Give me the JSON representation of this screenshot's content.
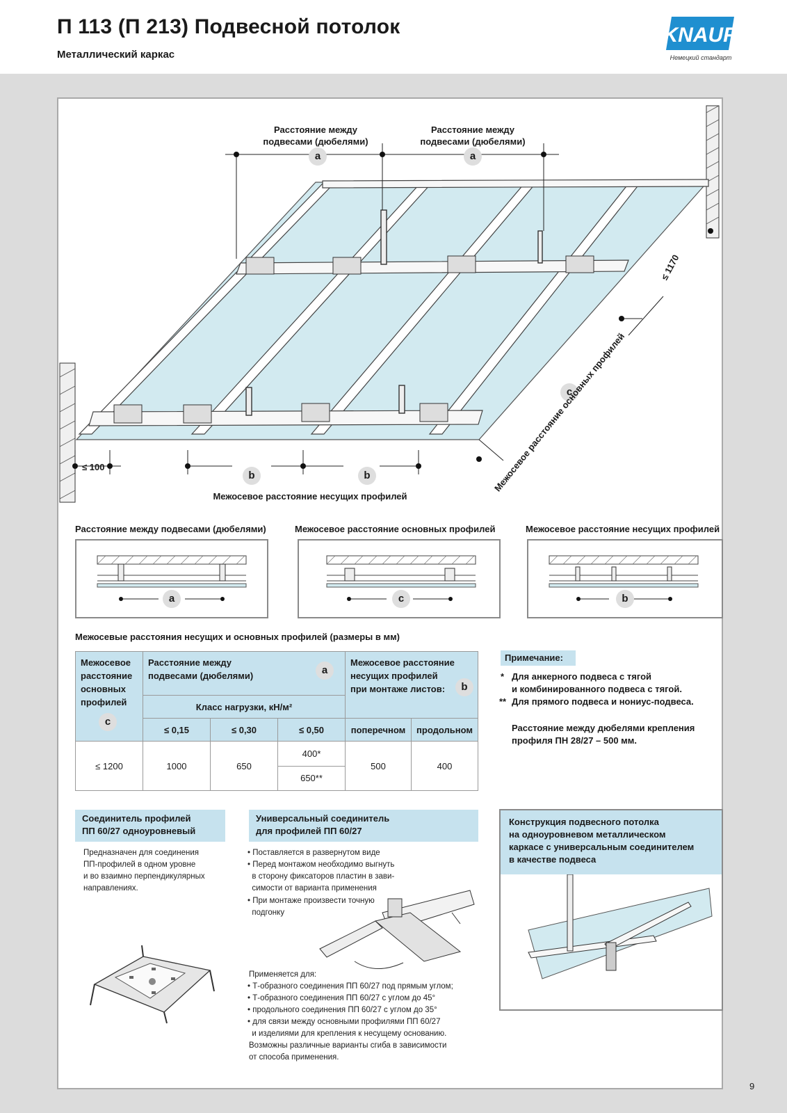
{
  "header": {
    "title": "П 113 (П 213) Подвесной потолок",
    "subtitle": "Металлический каркас",
    "logo_text": "KNAUF",
    "logo_tagline": "Немецкий стандарт"
  },
  "diagram": {
    "label_a_1": "Расстояние между\nподвесами (дюбелями)",
    "label_a_2": "Расстояние между\nподвесами (дюбелями)",
    "letter_a": "a",
    "letter_b": "b",
    "letter_c": "c",
    "dim_100": "≤ 100",
    "dim_1170": "≤ 1170",
    "label_b": "Межосевое расстояние несущих профилей",
    "label_c": "Межосевое расстояние основных профилей"
  },
  "details": [
    {
      "title": "Расстояние между подвесами (дюбелями)",
      "letter": "a"
    },
    {
      "title": "Межосевое расстояние основных профилей",
      "letter": "c"
    },
    {
      "title": "Межосевое расстояние несущих профилей",
      "letter": "b"
    }
  ],
  "table": {
    "caption": "Межосевые расстояния несущих и основных профилей (размеры в мм)",
    "col1_header": "Межосевое расстояние основных профилей",
    "col1_letter": "c",
    "col2_header": "Расстояние между подвесами (дюбелями)",
    "col2_letter": "a",
    "load_class": "Класс нагрузки, кН/м²",
    "loads": [
      "≤ 0,15",
      "≤ 0,30",
      "≤ 0,50"
    ],
    "col3_header": "Межосевое расстояние несущих профилей при монтаже листов:",
    "col3_letter": "b",
    "sub_across": "поперечном",
    "sub_along": "продольном",
    "row": {
      "c": "≤ 1200",
      "a1": "1000",
      "a2": "650",
      "a3_top": "400*",
      "a3_bottom": "650**",
      "across": "500",
      "along": "400"
    }
  },
  "notes": {
    "title": "Примечание:",
    "star1_mark": "*",
    "star1_text": "Для анкерного подвеса с тягой\nи комбинированного подвеса с тягой.",
    "star2_mark": "**",
    "star2_text": "Для прямого подвеса и нониус-подвеса.",
    "extra": "Расстояние между дюбелями крепления\nпрофиля ПН 28/27 – 500 мм."
  },
  "block1": {
    "title": "Соединитель профилей\nПП 60/27 одноуровневый",
    "text": "Предназначен для соединения\nПП-профилей в одном уровне\nи во взаимно перпендикулярных\nнаправлениях."
  },
  "block2": {
    "title": "Универсальный соединитель\nдля профилей ПП 60/27",
    "bullets1": [
      "Поставляется в развернутом виде",
      "Перед монтажом необходимо выгнуть\n  в сторону фиксаторов пластин в зави-\n  симости от варианта применения",
      "При монтаже произвести точную\n  подгонку"
    ],
    "usage_title": "Применяется для:",
    "bullets2": [
      "Т-образного соединения ПП 60/27 под прямым углом;",
      "Т-образного соединения ПП 60/27 с углом до 45°",
      "продольного соединения ПП 60/27 с углом до 35°",
      "для связи между основными профилями ПП 60/27\n  и изделиями для крепления к несущему основанию."
    ],
    "footer": "Возможны различные варианты сгиба в зависимости\nот способа применения."
  },
  "block3": {
    "title": "Конструкция подвесного потолка\nна одноуровневом металлическом\nкаркасе с универсальным соединителем\nв качестве подвеса"
  },
  "page_number": "9",
  "colors": {
    "accent_blue": "#c6e2ee",
    "board_blue": "#d2eaf0",
    "logo_blue": "#1f8fd0"
  }
}
